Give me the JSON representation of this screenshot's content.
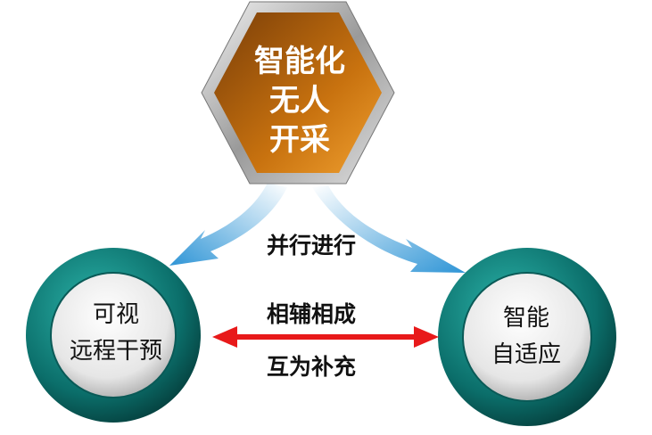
{
  "center_node": {
    "lines": [
      "智能化",
      "无人",
      "开采"
    ]
  },
  "left_node": {
    "lines": [
      "可视",
      "远程干预"
    ]
  },
  "right_node": {
    "lines": [
      "智能",
      "自适应"
    ]
  },
  "labels": {
    "top": "并行进行",
    "middle": "相辅相成",
    "bottom": "互为补充"
  },
  "colors": {
    "hex_fill": "#c87414",
    "circle_ring": "#0e7f7c",
    "blue_arrow": "#3a9fd8",
    "red_arrow": "#e8191a"
  }
}
